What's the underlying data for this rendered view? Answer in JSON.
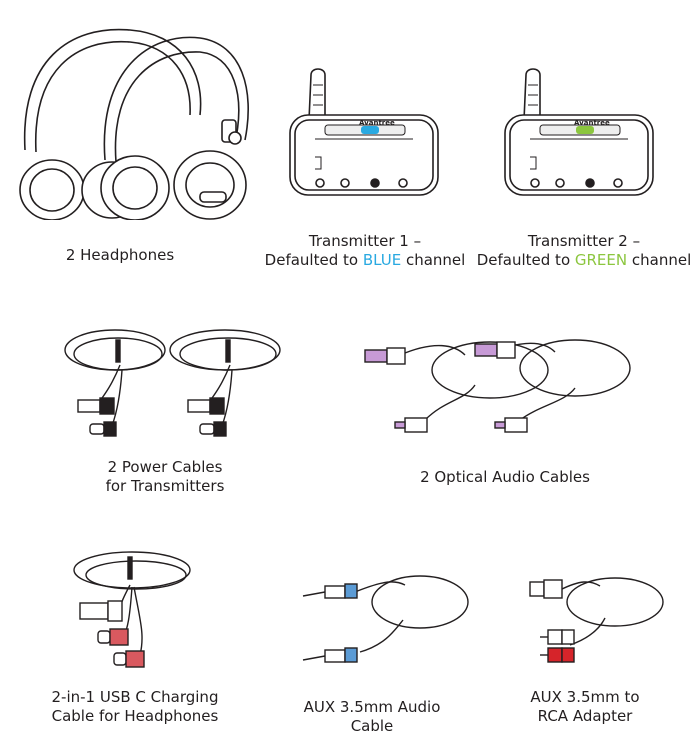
{
  "items": [
    {
      "id": "headphones",
      "line1": "2 Headphones"
    },
    {
      "id": "transmitter1",
      "line1": "Transmitter 1 –",
      "line2_pre": "Defaulted to ",
      "line2_color": "BLUE",
      "line2_post": " channel",
      "screen_brand": "Avantree",
      "screen_label": "BLUE"
    },
    {
      "id": "transmitter2",
      "line1": "Transmitter 2 –",
      "line2_pre": "Defaulted to ",
      "line2_color": "GREEN",
      "line2_post": " channel",
      "screen_brand": "Avantree",
      "screen_label": "GREEN"
    },
    {
      "id": "power-cables",
      "line1": "2 Power Cables",
      "line2": "for Transmitters"
    },
    {
      "id": "optical-cables",
      "line1": "2 Optical Audio Cables"
    },
    {
      "id": "usb-c-cable",
      "line1": "2-in-1 USB C Charging",
      "line2": "Cable for Headphones"
    },
    {
      "id": "aux-cable",
      "line1": "AUX 3.5mm Audio Cable"
    },
    {
      "id": "rca-adapter",
      "line1": "AUX 3.5mm to",
      "line2": "RCA Adapter"
    }
  ],
  "colors": {
    "text": "#231f20",
    "blue": "#29a9e1",
    "green": "#8cc63f",
    "optical_plug": "#c79ad6",
    "aux_plug": "#5b9bd5",
    "usb_c_plug": "#d9595f",
    "rca_red": "#d6242a"
  },
  "icons": [
    "headphones-icon",
    "transmitter-icon",
    "power-cable-icon",
    "optical-cable-icon",
    "usb-c-cable-icon",
    "aux-cable-icon",
    "rca-adapter-icon"
  ]
}
